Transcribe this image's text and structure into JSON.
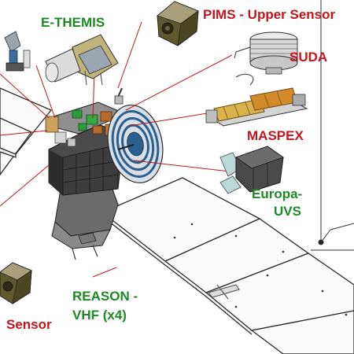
{
  "labels": {
    "e_themis": "E-THEMIS",
    "pims": "PIMS - Upper Sensor",
    "suda": "SUDA",
    "maspex": "MASPEX",
    "europa_uvs_1": "Europa-",
    "europa_uvs_2": "UVS",
    "reason_1": "REASON -",
    "reason_2": "VHF (x4)",
    "sensor": "Sensor"
  },
  "colors": {
    "red_label": "#c4151c",
    "green_label": "#1e8a25",
    "leader_line": "#c4151c",
    "panel_fill": "#fbfbfb",
    "panel_stroke": "#2a2a2a",
    "bus_dark": "#3a3a3a",
    "instrument_gold": "#a08a38",
    "antenna_blue": "#2a5f8f"
  },
  "icons": [
    "e-themis-instrument",
    "pims-upper-sensor-instrument",
    "suda-instrument",
    "maspex-instrument",
    "europa-uvs-instrument",
    "pims-lower-sensor-instrument",
    "camera-instrument",
    "spacecraft-bus",
    "high-gain-antenna"
  ]
}
